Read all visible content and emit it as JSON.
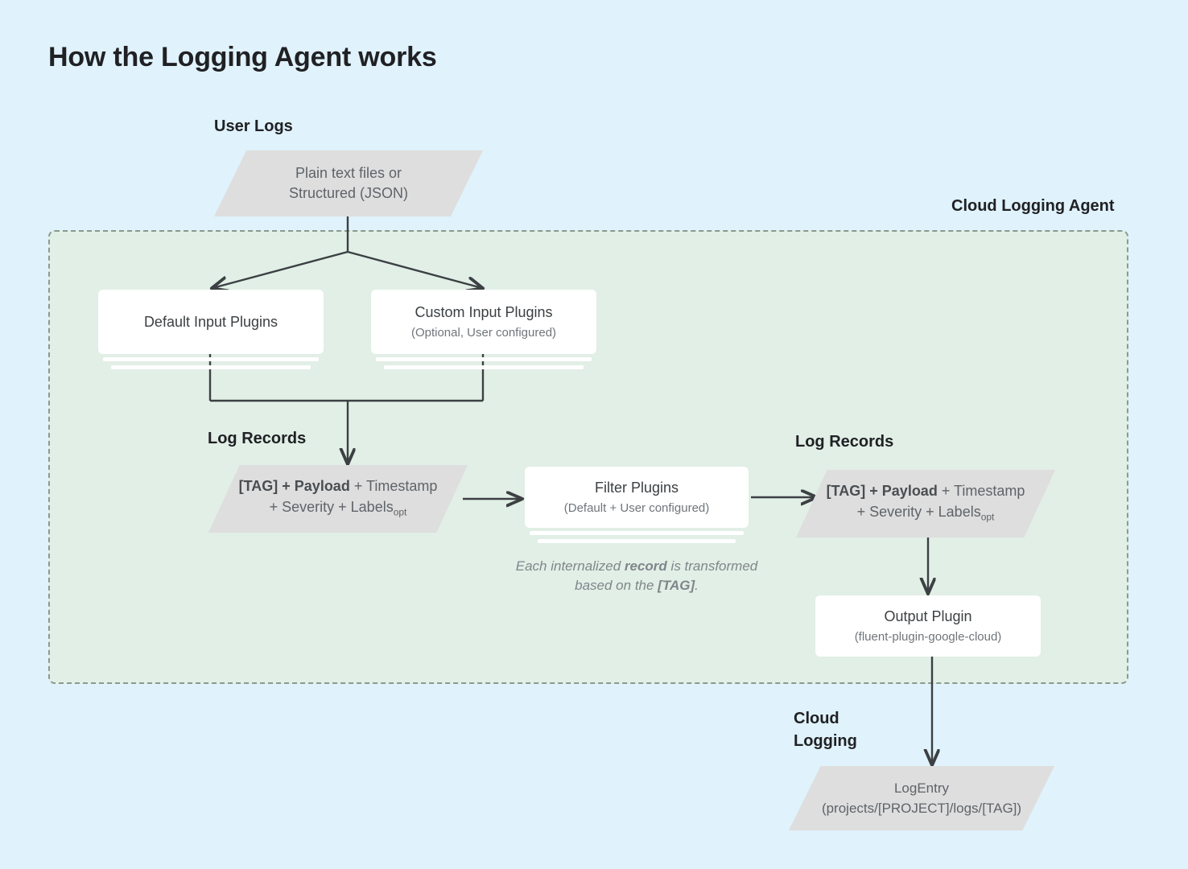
{
  "page": {
    "title": "How the Logging Agent works",
    "background_color": "#e0f2fb",
    "agent_region_color": "#e1efe6",
    "shape_color": "#dedede",
    "card_color": "#ffffff",
    "line_color": "#3c4043"
  },
  "labels": {
    "user_logs": "User Logs",
    "cloud_logging_agent": "Cloud Logging Agent",
    "log_records_left": "Log Records",
    "log_records_right": "Log Records",
    "cloud_logging": "Cloud\nLogging"
  },
  "nodes": {
    "user_logs_source": {
      "line1": "Plain text files or",
      "line2": "Structured (JSON)"
    },
    "default_input_plugins": {
      "title": "Default Input Plugins",
      "subtitle": ""
    },
    "custom_input_plugins": {
      "title": "Custom Input Plugins",
      "subtitle": "(Optional, User configured)"
    },
    "log_record_left": {
      "tag": "[TAG] + Payload",
      "rest1": " + Timestamp",
      "rest2": "+ Severity + Labels",
      "subscript": "opt"
    },
    "filter_plugins": {
      "title": "Filter Plugins",
      "subtitle": "(Default + User configured)"
    },
    "log_record_right": {
      "tag": "[TAG] + Payload",
      "rest1": " + Timestamp",
      "rest2": "+ Severity + Labels",
      "subscript": "opt"
    },
    "output_plugin": {
      "title": "Output Plugin",
      "subtitle": "(fluent-plugin-google-cloud)"
    },
    "log_entry": {
      "title": "LogEntry",
      "subtitle": "(projects/[PROJECT]/logs/[TAG])"
    }
  },
  "captions": {
    "transform_pre": "Each internalized ",
    "transform_bold1": "record",
    "transform_mid": " is transformed based on the ",
    "transform_bold2": "[TAG]",
    "transform_post": "."
  }
}
